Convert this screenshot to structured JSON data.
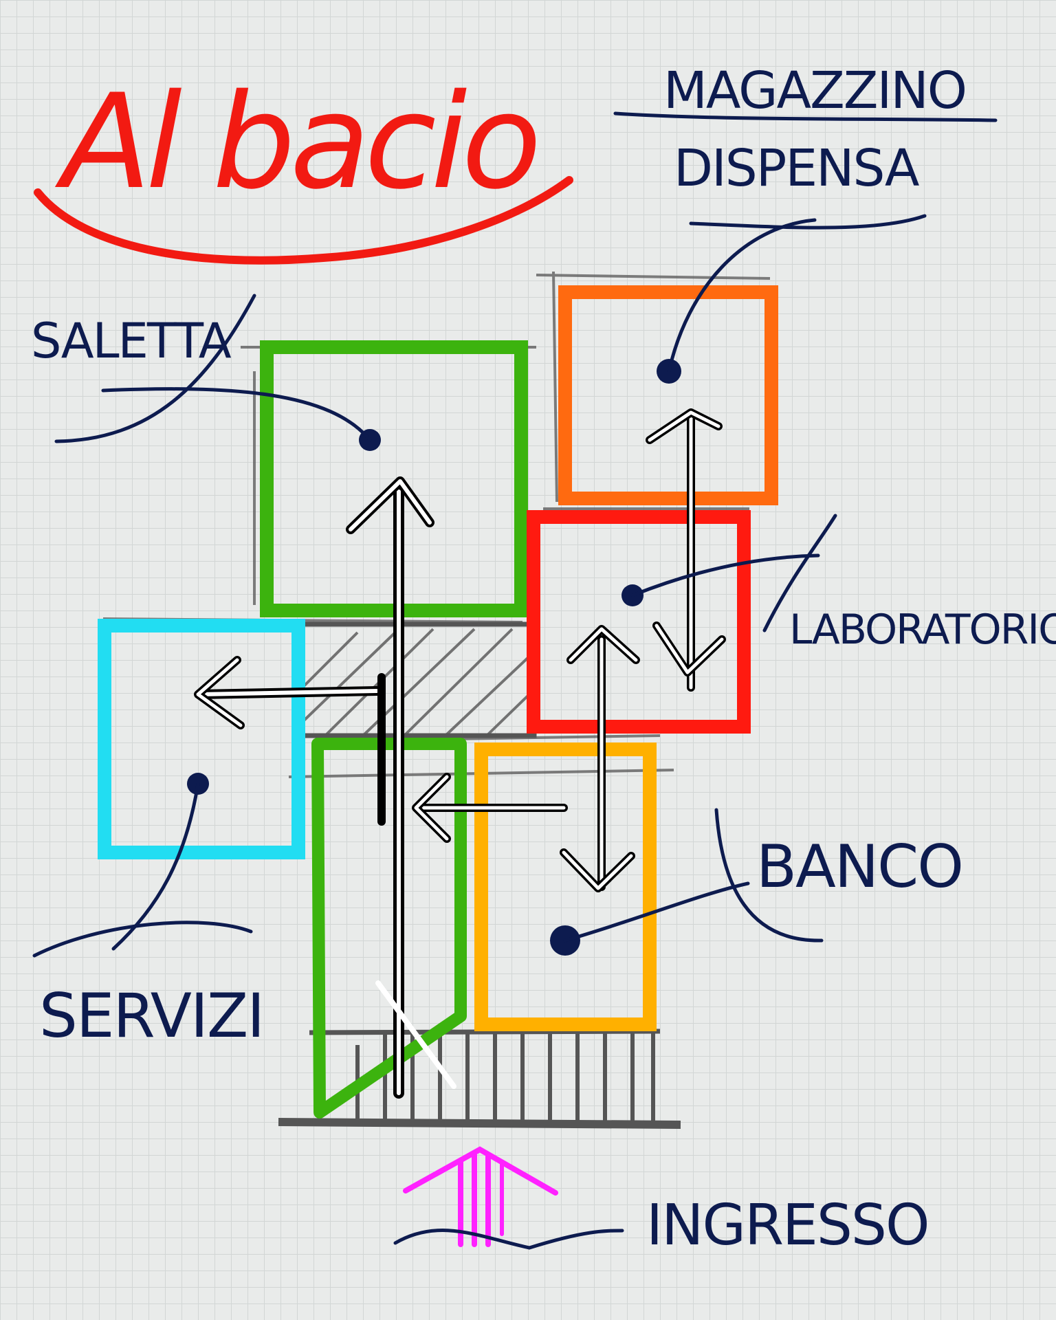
{
  "title": "Al bacio",
  "labels": {
    "magazzino": "MAGAZZINO",
    "dispensa": "DISPENSA",
    "saletta": "SALETTA",
    "laboratorio": "LABORATORIO",
    "servizi": "SERVIZI",
    "banco": "BANCO",
    "ingresso": "INGRESSO"
  },
  "colors": {
    "title": "#f21a12",
    "ink": "#0d1b4f",
    "saletta": "#3cb30e",
    "magazzino": "#ff6a10",
    "laboratorio": "#ff1a10",
    "servizi": "#22ddf2",
    "banco": "#ffb000",
    "ingresso_arrow": "#ff22ff",
    "structure": "#555555",
    "flow_arrow": "#ffffff"
  }
}
